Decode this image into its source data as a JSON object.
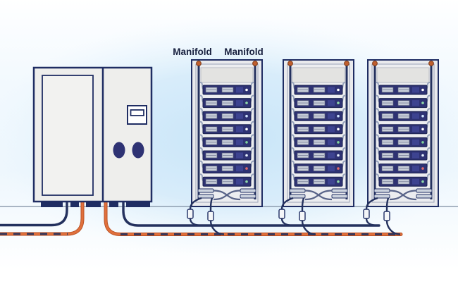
{
  "labels": {
    "manifold_left": "Manifold",
    "manifold_right": "Manifold"
  },
  "palette": {
    "ink": "#18203f",
    "navy": "#1f2d63",
    "cold_pipe": "#24315e",
    "hot_pipe": "#e0703c",
    "hot_pipe_dark": "#b44d22",
    "cabinet_fill": "#eeeeec",
    "rack_frame_fill": "#e9eaed",
    "rack_inner_fill": "#ecedf0",
    "rack_blank_panel": "#e3e3e1",
    "server_body": "#2e3273",
    "server_accent": "#3d4390",
    "server_tray": "#c7cdd9",
    "tray_line": "#868da3",
    "tube": "#97a3bc",
    "fitting": "#ccd3de",
    "connector": "#f4f6f8",
    "manifold_cap": "#c05f2e",
    "manifold_cap_edge": "#7e3a17",
    "floor_line": "#7c8ca0",
    "glow": "#c6e4f8"
  },
  "diagram": {
    "rack_count": 3,
    "servers_per_rack": 8,
    "led_colors": [
      "#ffffff",
      "#8fd9a8",
      "#cfe4ff",
      "#ffffff",
      "#7fd49a",
      "#e8f2ff",
      "#e06a6a",
      "#8fd9a8"
    ]
  }
}
